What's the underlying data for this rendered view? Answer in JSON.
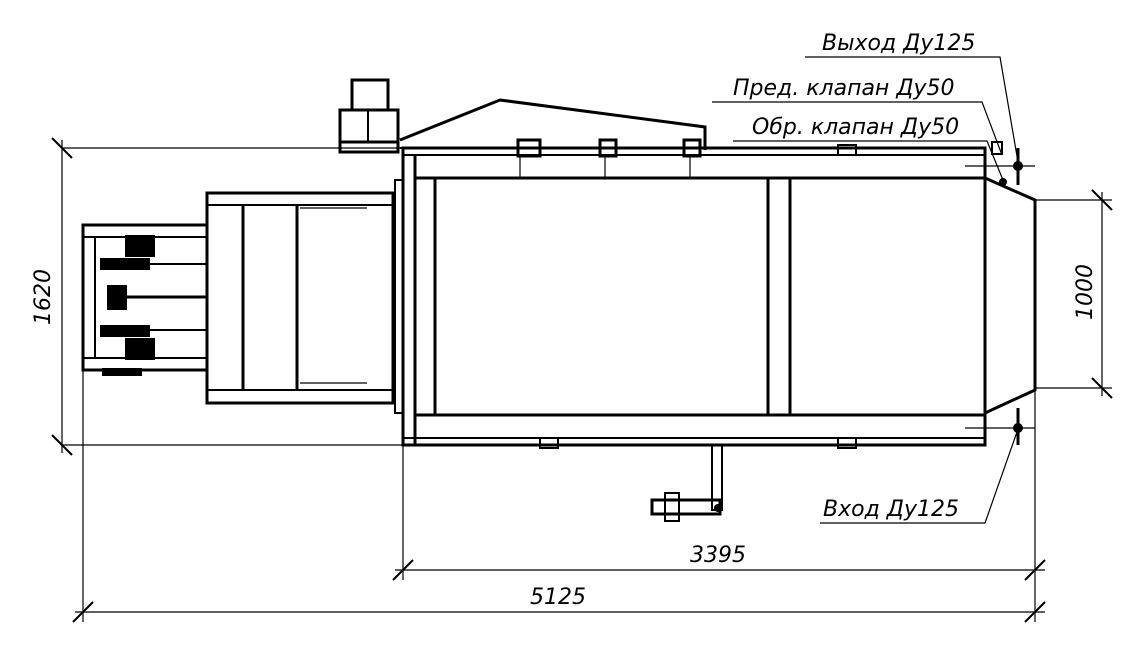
{
  "labels": {
    "outlet": "Выход Ду125",
    "relief_valve": "Пред. клапан Ду50",
    "check_valve": "Обр. клапан Ду50",
    "inlet": "Вход Ду125"
  },
  "dimensions": {
    "overall_height": "1620",
    "outlet_height": "1000",
    "body_length": "3395",
    "overall_length": "5125"
  }
}
